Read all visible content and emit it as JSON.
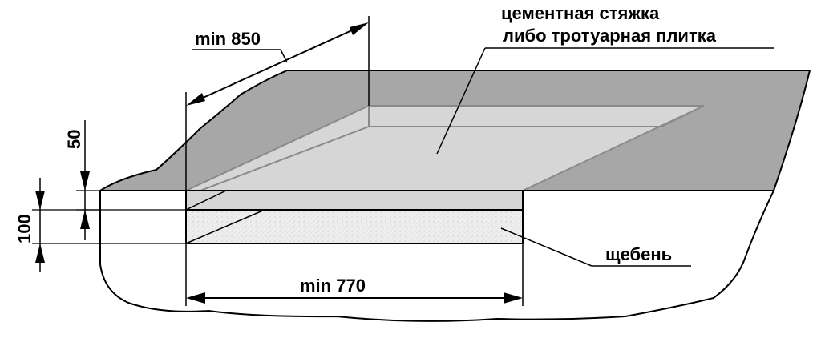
{
  "labels": {
    "top_line1": "цементная стяжка",
    "top_line2": "либо тротуарная плитка",
    "gravel": "щебень"
  },
  "dimensions": {
    "width_top": "min 850",
    "width_bottom": "min 770",
    "thickness_top": "50",
    "thickness_total": "100"
  },
  "colors": {
    "ground": "#a7a7a7",
    "slab": "#d6d6d6",
    "gravel": "#eeeeee",
    "line": "#000000",
    "edge": "#8a8a8a"
  }
}
